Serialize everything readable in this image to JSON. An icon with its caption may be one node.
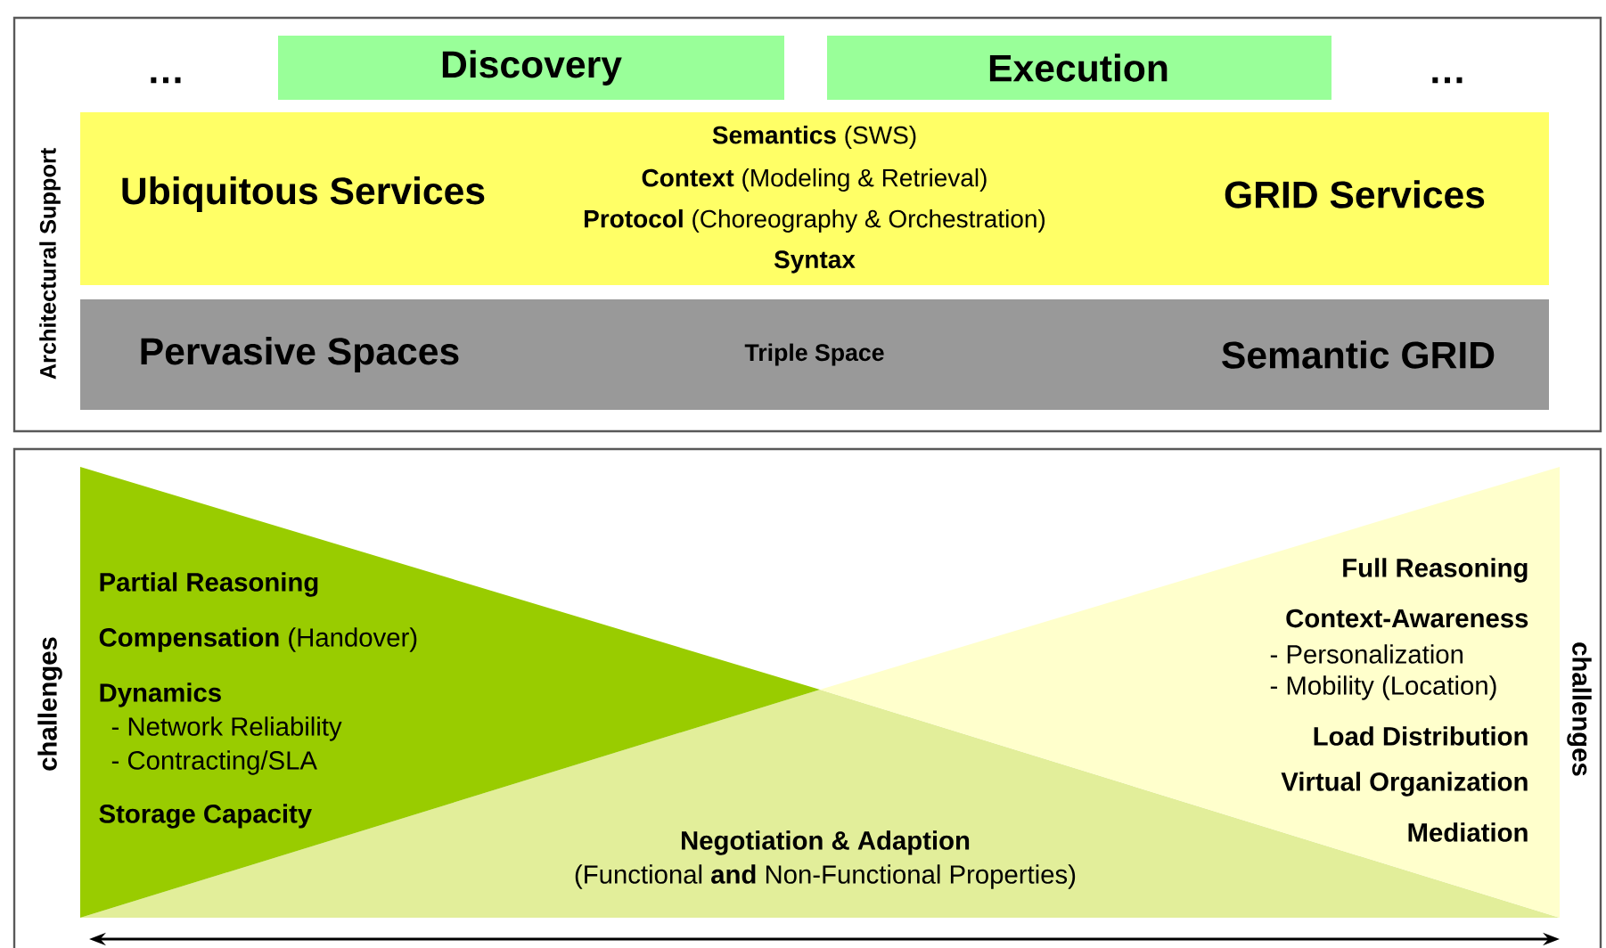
{
  "diagram": {
    "nodes": [
      {
        "text": [
          "Architectural Support"
        ]
      },
      {
        "text": [
          "Discovery"
        ],
        "in": 0
      },
      {
        "text": [
          "Execution"
        ],
        "in": 0
      },
      {
        "text": [
          "Ubiquitous Services",
          "**Semantics** (SWS)",
          "**Context** (Modeling & Retrieval)",
          "**Protocol** (Choreography & Orchestration)",
          "Syntax",
          "GRID Services"
        ],
        "in": 0
      },
      {
        "text": [
          "Pervasive Spaces",
          "Triple Space",
          "Semantic GRID"
        ],
        "in": 0
      },
      {
        "text": [
          "challenges",
          "challenges"
        ]
      },
      {
        "text": [
          "Partial Reasoning",
          "**Compensation** (Handover)",
          "Dynamics",
          "- Network Reliability",
          "- Contracting/SLA",
          "Storage Capacity"
        ],
        "in": 5
      },
      {
        "text": [
          "Full Reasoning",
          "Context-Awareness",
          "- Personalization",
          "- Mobility (Location)",
          "Load Distribution",
          "Virtual Organization",
          "Mediation"
        ],
        "in": 5
      }
    ],
    "labels": [
      "…",
      "…",
      "Negotiation & Adaption",
      "(Functional **and** Non-Functional Properties)"
    ]
  }
}
